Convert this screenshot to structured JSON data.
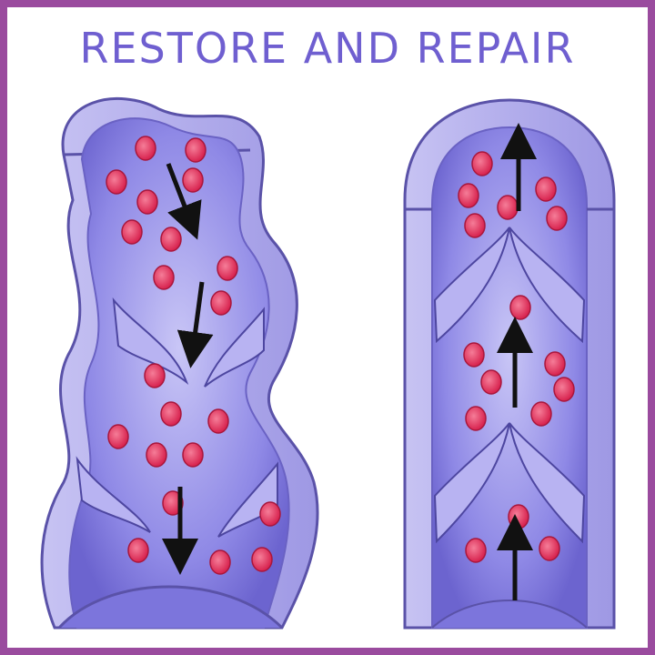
{
  "title": "RESTORE AND REPAIR",
  "colors": {
    "frame": "#9a4b9e",
    "title": "#6f5fd0",
    "vein_wall": "#a9a4ea",
    "vein_outline": "#5a52a8",
    "lumen": "#8b86e3",
    "blood_cell": "#e0355f",
    "arrow": "#111111"
  },
  "illustrations": [
    {
      "name": "damaged-vein",
      "flow_direction": "down",
      "valves": "open/incompetent"
    },
    {
      "name": "healthy-vein",
      "flow_direction": "up",
      "valves": "closed/competent"
    }
  ]
}
